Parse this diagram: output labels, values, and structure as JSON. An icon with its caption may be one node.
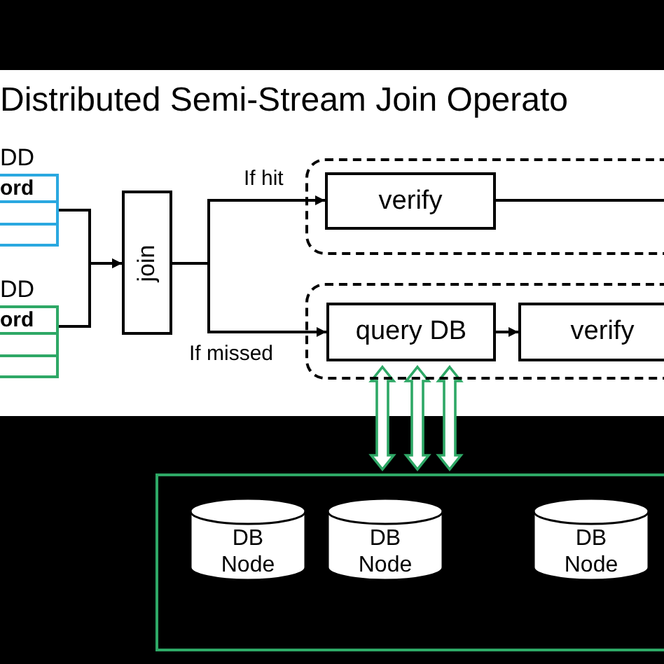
{
  "diagram": {
    "title": "Distributed Semi-Stream Join Operato",
    "nodes": [
      {
        "text": [
          "DD",
          "ord"
        ]
      },
      {
        "text": [
          "DD",
          "ord"
        ]
      },
      {
        "text": [
          "join"
        ]
      },
      {
        "text": [],
        "shape": "box"
      },
      {
        "text": [
          "verify"
        ],
        "in": 3
      },
      {
        "text": [],
        "shape": "box"
      },
      {
        "text": [
          "query DB"
        ],
        "in": 5
      },
      {
        "text": [
          "verify"
        ],
        "in": 5
      },
      {
        "text": [],
        "shape": "box"
      },
      {
        "text": [
          "DB Node"
        ],
        "in": 8
      },
      {
        "text": [
          "DB Node"
        ],
        "in": 8
      },
      {
        "text": [
          "DB Node"
        ],
        "in": 8
      }
    ],
    "edges": [
      {
        "from": 0,
        "to": 2,
        "arrow": "to"
      },
      {
        "from": 1,
        "to": 2,
        "arrow": "to"
      },
      {
        "from": 2,
        "to": 4,
        "arrow": "to",
        "label": "If hit"
      },
      {
        "from": 2,
        "to": 6,
        "arrow": "to",
        "label": "If missed"
      },
      {
        "from": 4,
        "to": null,
        "arrow": "none"
      },
      {
        "from": 6,
        "to": 7,
        "arrow": "to"
      },
      {
        "from": 6,
        "to": 8,
        "arrow": "both",
        "style": "thick",
        "color": "#2ea866"
      },
      {
        "from": 6,
        "to": 8,
        "arrow": "both",
        "style": "thick",
        "color": "#2ea866"
      },
      {
        "from": 6,
        "to": 8,
        "arrow": "both",
        "style": "thick",
        "color": "#2ea866"
      }
    ]
  }
}
